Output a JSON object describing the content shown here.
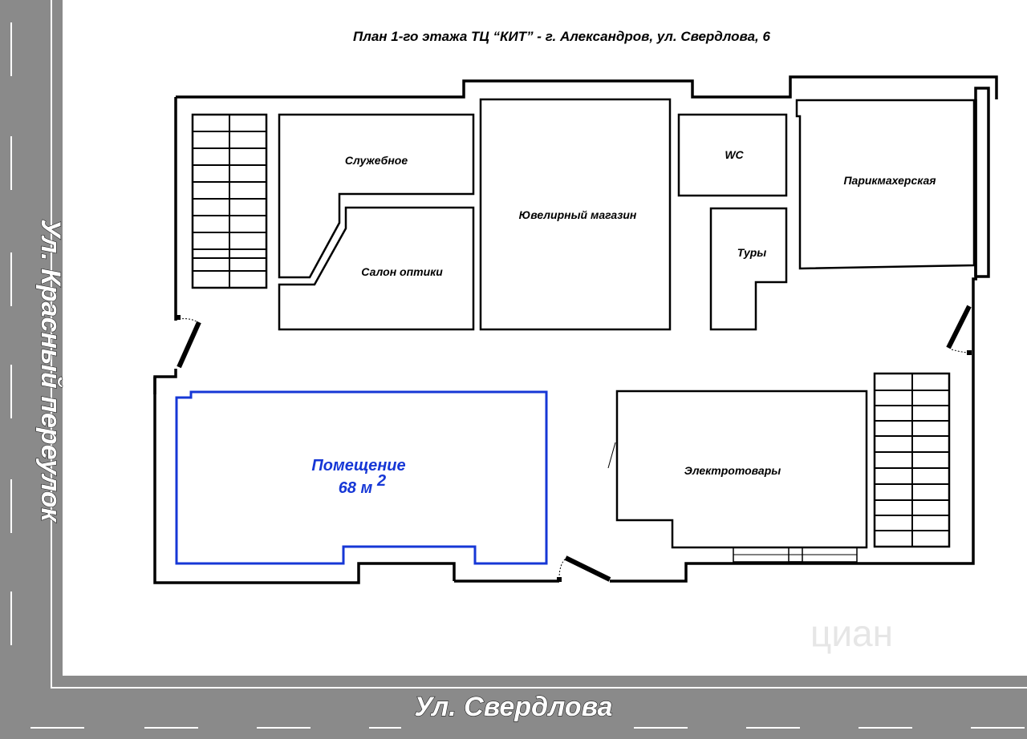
{
  "title": "План 1-го этажа ТЦ “КИТ” - г. Александров, ул. Свердлова, 6",
  "streets": {
    "left": "Ул. Красный переулок",
    "bottom": "Ул. Свердлова"
  },
  "rooms": {
    "service": "Служебное",
    "optics": "Салон оптики",
    "jewelry": "Ювелирный магазин",
    "wc": "WC",
    "tours": "Туры",
    "hairdresser": "Парикмахерская",
    "electronics": "Электротовары"
  },
  "premise": {
    "name": "Помещение",
    "area_value": "68 м",
    "area_sup": "2"
  },
  "watermark": "циан",
  "colors": {
    "street": "#8a8a8a",
    "wall": "#000000",
    "premise_outline": "#1637d6"
  }
}
